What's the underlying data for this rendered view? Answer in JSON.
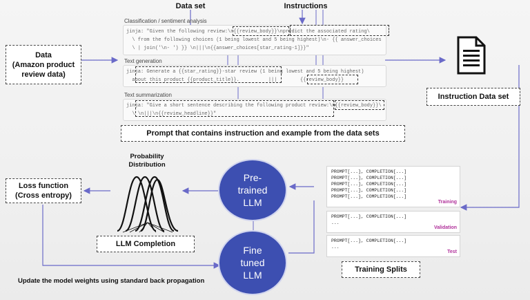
{
  "labels": {
    "dataset": "Data set",
    "instructions": "Instructions",
    "data": "Data\n(Amazon product\nreview data)",
    "instruction_dataset": "Instruction Data set",
    "prompt_box": "Prompt that contains instruction and example from the data sets",
    "prob_dist": "Probability\nDistribution",
    "loss": "Loss function\n(Cross entropy)",
    "llm_completion": "LLM Completion",
    "pretrained": "Pre-\ntrained\nLLM",
    "finetuned": "Fine\ntuned\nLLM",
    "update": "Update the model weights using standard back propagation",
    "training_splits": "Training Splits"
  },
  "templates": [
    {
      "title": "Classification / sentiment analysis",
      "code": "jinja: \"Given the following review:\\n{{review_body}}\\npredict the associated rating\\\n  \\ from the following choices (1 being lowest and 5 being highest)\\n- {{ answer_choices\n  \\ | join('\\n- ') }} \\n|||\\n{{answer_choices[star_rating-1]}}\""
    },
    {
      "title": "Text generation",
      "code": "jinja: Generate a {{star_rating}}-star review (1 being lowest and 5 being highest)\n  about this product {{product_title}}.          |||        {{review_body}}"
    },
    {
      "title": "Text summarization",
      "code": "jinja: \"Give a short sentence describing the following product review:\\n{{review_body}}\\\n  \\ \\n|||\\n{{review_headline}}\""
    }
  ],
  "splits": [
    {
      "name": "Training",
      "lines": [
        "PROMPT[...], COMPLETION[...]",
        "PROMPT[...], COMPLETION[...]",
        "PROMPT[...], COMPLETION[...]",
        "PROMPT[...], COMPLETION[...]",
        "PROMPT[...], COMPLETION[...]"
      ]
    },
    {
      "name": "Validation",
      "lines": [
        "PROMPT[...], COMPLETION[...]",
        "..."
      ]
    },
    {
      "name": "Test",
      "lines": [
        "PROMPT[...], COMPLETION[...]",
        "..."
      ]
    }
  ],
  "colors": {
    "circle": "#3d4fb1",
    "arrow": "#6a6ac8",
    "accent_tag": "#b0309a"
  }
}
